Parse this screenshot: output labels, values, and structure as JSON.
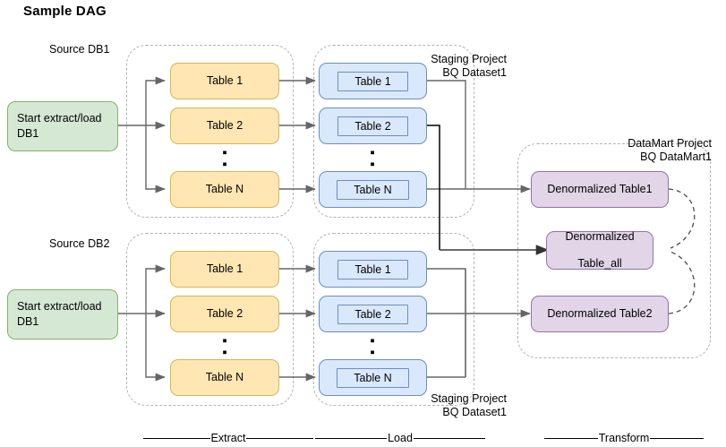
{
  "title": "Sample DAG",
  "groups": {
    "source_db1_label": "Source DB1",
    "source_db2_label": "Source DB2",
    "staging_top_label": "Staging Project\nBQ Dataset1",
    "staging_bottom_label": "Staging Project\nBQ Dataset1",
    "datamart_label": "DataMart Project\nBQ DataMart1"
  },
  "start_nodes": [
    {
      "label": "Start extract/load\nDB1"
    },
    {
      "label": "Start extract/load\nDB1"
    }
  ],
  "extract_top": [
    {
      "label": "Table 1"
    },
    {
      "label": "Table 2"
    },
    {
      "label": "Table N"
    }
  ],
  "extract_bottom": [
    {
      "label": "Table 1"
    },
    {
      "label": "Table 2"
    },
    {
      "label": "Table N"
    }
  ],
  "load_top": [
    {
      "label": "Table 1"
    },
    {
      "label": "Table 2"
    },
    {
      "label": "Table N"
    }
  ],
  "load_bottom": [
    {
      "label": "Table 1"
    },
    {
      "label": "Table 2"
    },
    {
      "label": "Table N"
    }
  ],
  "transform": [
    {
      "label": "Denormalized Table1"
    },
    {
      "label": "Denormalized\n\nTable_all"
    },
    {
      "label": "Denormalized Table2"
    }
  ],
  "ellipsis": "▪",
  "phases": [
    {
      "label": "Extract"
    },
    {
      "label": "Load"
    },
    {
      "label": "Transform"
    }
  ],
  "colors": {
    "green_fill": "#d5e8d4",
    "green_stroke": "#82b366",
    "yellow_fill": "#ffe6b3",
    "yellow_stroke": "#d6b656",
    "blue_fill": "#dae8fc",
    "blue_stroke": "#6c8ebf",
    "purple_fill": "#e1d5e7",
    "purple_stroke": "#9673a6",
    "dashed_stroke": "#b3b3b3",
    "arrow_stroke": "#666666"
  }
}
